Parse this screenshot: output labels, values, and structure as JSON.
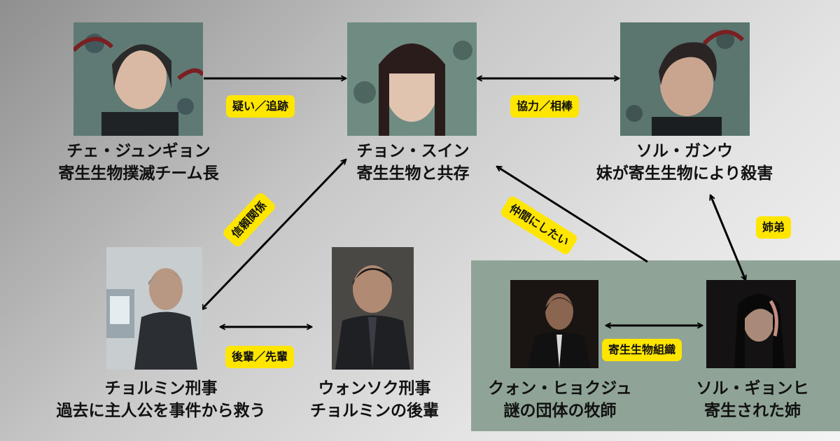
{
  "people": {
    "choi": {
      "name": "チェ・ジュンギョン",
      "role": "寄生生物撲滅チーム長"
    },
    "jeong": {
      "name": "チョン・スイン",
      "role": "寄生生物と共存"
    },
    "seol_gangwoo": {
      "name": "ソル・ガンウ",
      "role": "妹が寄生生物により殺害"
    },
    "cheolmin": {
      "name": "チョルミン刑事",
      "role": "過去に主人公を事件から救う"
    },
    "wonseok": {
      "name": "ウォンソク刑事",
      "role": "チョルミンの後輩"
    },
    "kwon": {
      "name": "クォン・ヒョクジュ",
      "role": "謎の団体の牧師"
    },
    "seol_gyeonghee": {
      "name": "ソル・ギョンヒ",
      "role": "寄生された姉"
    }
  },
  "relations": {
    "choi_jeong": "疑い／追跡",
    "jeong_seol": "協力／相棒",
    "jeong_cheolmin": "信頼関係",
    "kwon_jeong": "仲間にしたい",
    "seol_siblings": "姉弟",
    "cheolmin_wonseok": "後輩／先輩",
    "kwon_gyeonghee": "寄生生物組織"
  },
  "colors": {
    "tag_bg": "#ffe600",
    "group_box": "#8fa497",
    "arrow": "#000000"
  }
}
